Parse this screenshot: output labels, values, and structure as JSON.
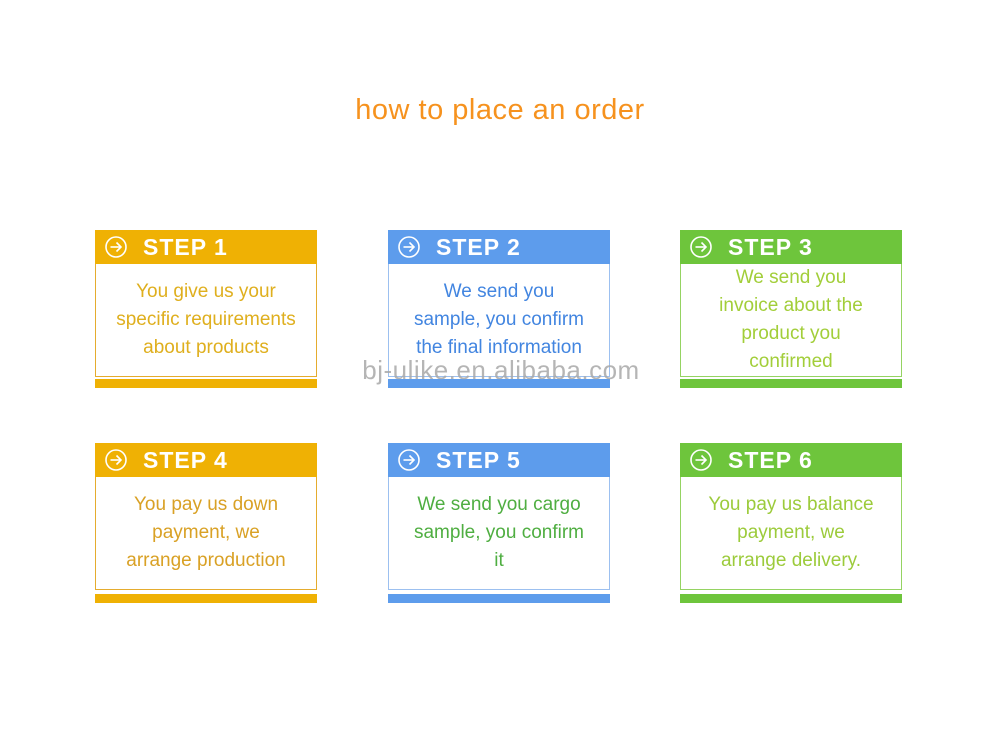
{
  "page": {
    "title": "how to place an order",
    "watermark": "bj-ulike.en.alibaba.com"
  },
  "steps": [
    {
      "label": "STEP 1",
      "body": "You give us your\nspecific requirements\nabout products",
      "theme": "orange",
      "header_color": "#EFB104",
      "text_color": "#DFAF1E"
    },
    {
      "label": "STEP 2",
      "body": "We send you\nsample, you confirm\nthe final information",
      "theme": "blue",
      "header_color": "#5D9CEC",
      "text_color": "#4285E0"
    },
    {
      "label": "STEP 3",
      "body": "We send you\ninvoice about the\nproduct you\nconfirmed",
      "theme": "green",
      "header_color": "#6EC53C",
      "text_color": "#A2CE39"
    },
    {
      "label": "STEP 4",
      "body": "You pay us down\npayment, we\narrange production",
      "theme": "orange",
      "header_color": "#EFB104",
      "text_color": "#D9A125"
    },
    {
      "label": "STEP 5",
      "body": "We send you cargo\nsample, you confirm\nit",
      "theme": "blue",
      "header_color": "#5D9CEC",
      "text_color": "#4FAE41"
    },
    {
      "label": "STEP 6",
      "body": "You pay us balance\npayment, we\narrange delivery.",
      "theme": "green",
      "header_color": "#6EC53C",
      "text_color": "#9CCB3B"
    }
  ],
  "colors": {
    "title": "#F6921E",
    "orange_header": "#EFB104",
    "blue_header": "#5D9CEC",
    "green_header": "#6EC53C",
    "watermark": "#A9A9A9",
    "background": "#FFFFFF"
  },
  "icons": {
    "header_icon": "arrow-right-in-circle"
  }
}
